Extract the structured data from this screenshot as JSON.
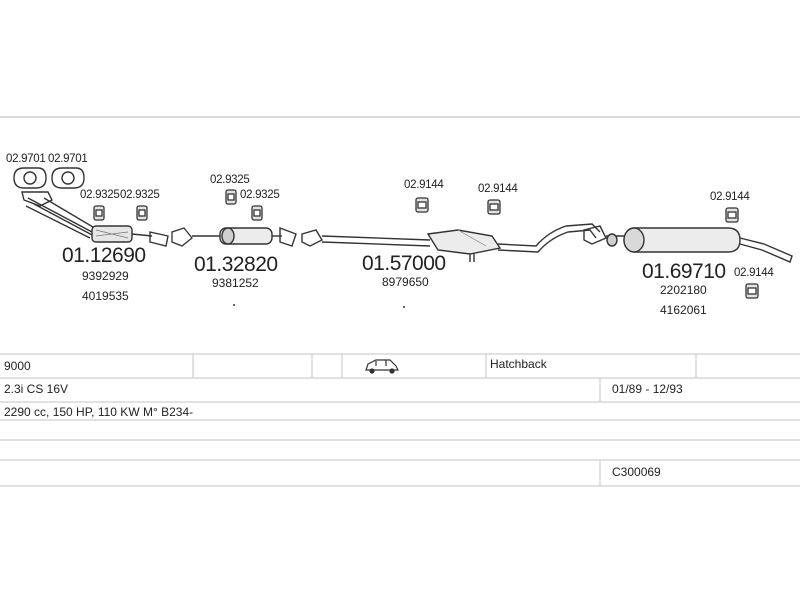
{
  "parts": {
    "p_0970_a": "02.9701",
    "p_0970_b": "02.9701",
    "p_9325_a": "02.9325",
    "p_9325_b": "02.9325",
    "p_9325_c": "02.9325",
    "p_9325_d": "02.9325",
    "p_9144_a": "02.9144",
    "p_9144_b": "02.9144",
    "p_9144_c": "02.9144",
    "p_9144_d": "02.9144",
    "main_1": "01.12690",
    "main_1_oe1": "9392929",
    "main_1_oe2": "4019535",
    "main_2": "01.32820",
    "main_2_oe1": "9381252",
    "main_3": "01.57000",
    "main_3_oe1": "8979650",
    "main_4": "01.69710",
    "main_4_oe1": "2202180",
    "main_4_oe2": "4162061"
  },
  "vehicle": {
    "model": "9000",
    "body": "Hatchback",
    "engine": "2.3i CS 16V",
    "years": "01/89 - 12/93",
    "spec": "2290 cc, 150 HP, 110 KW M° B234-",
    "code": "C300069"
  },
  "icons": {
    "car": "car-hatchback-icon"
  }
}
